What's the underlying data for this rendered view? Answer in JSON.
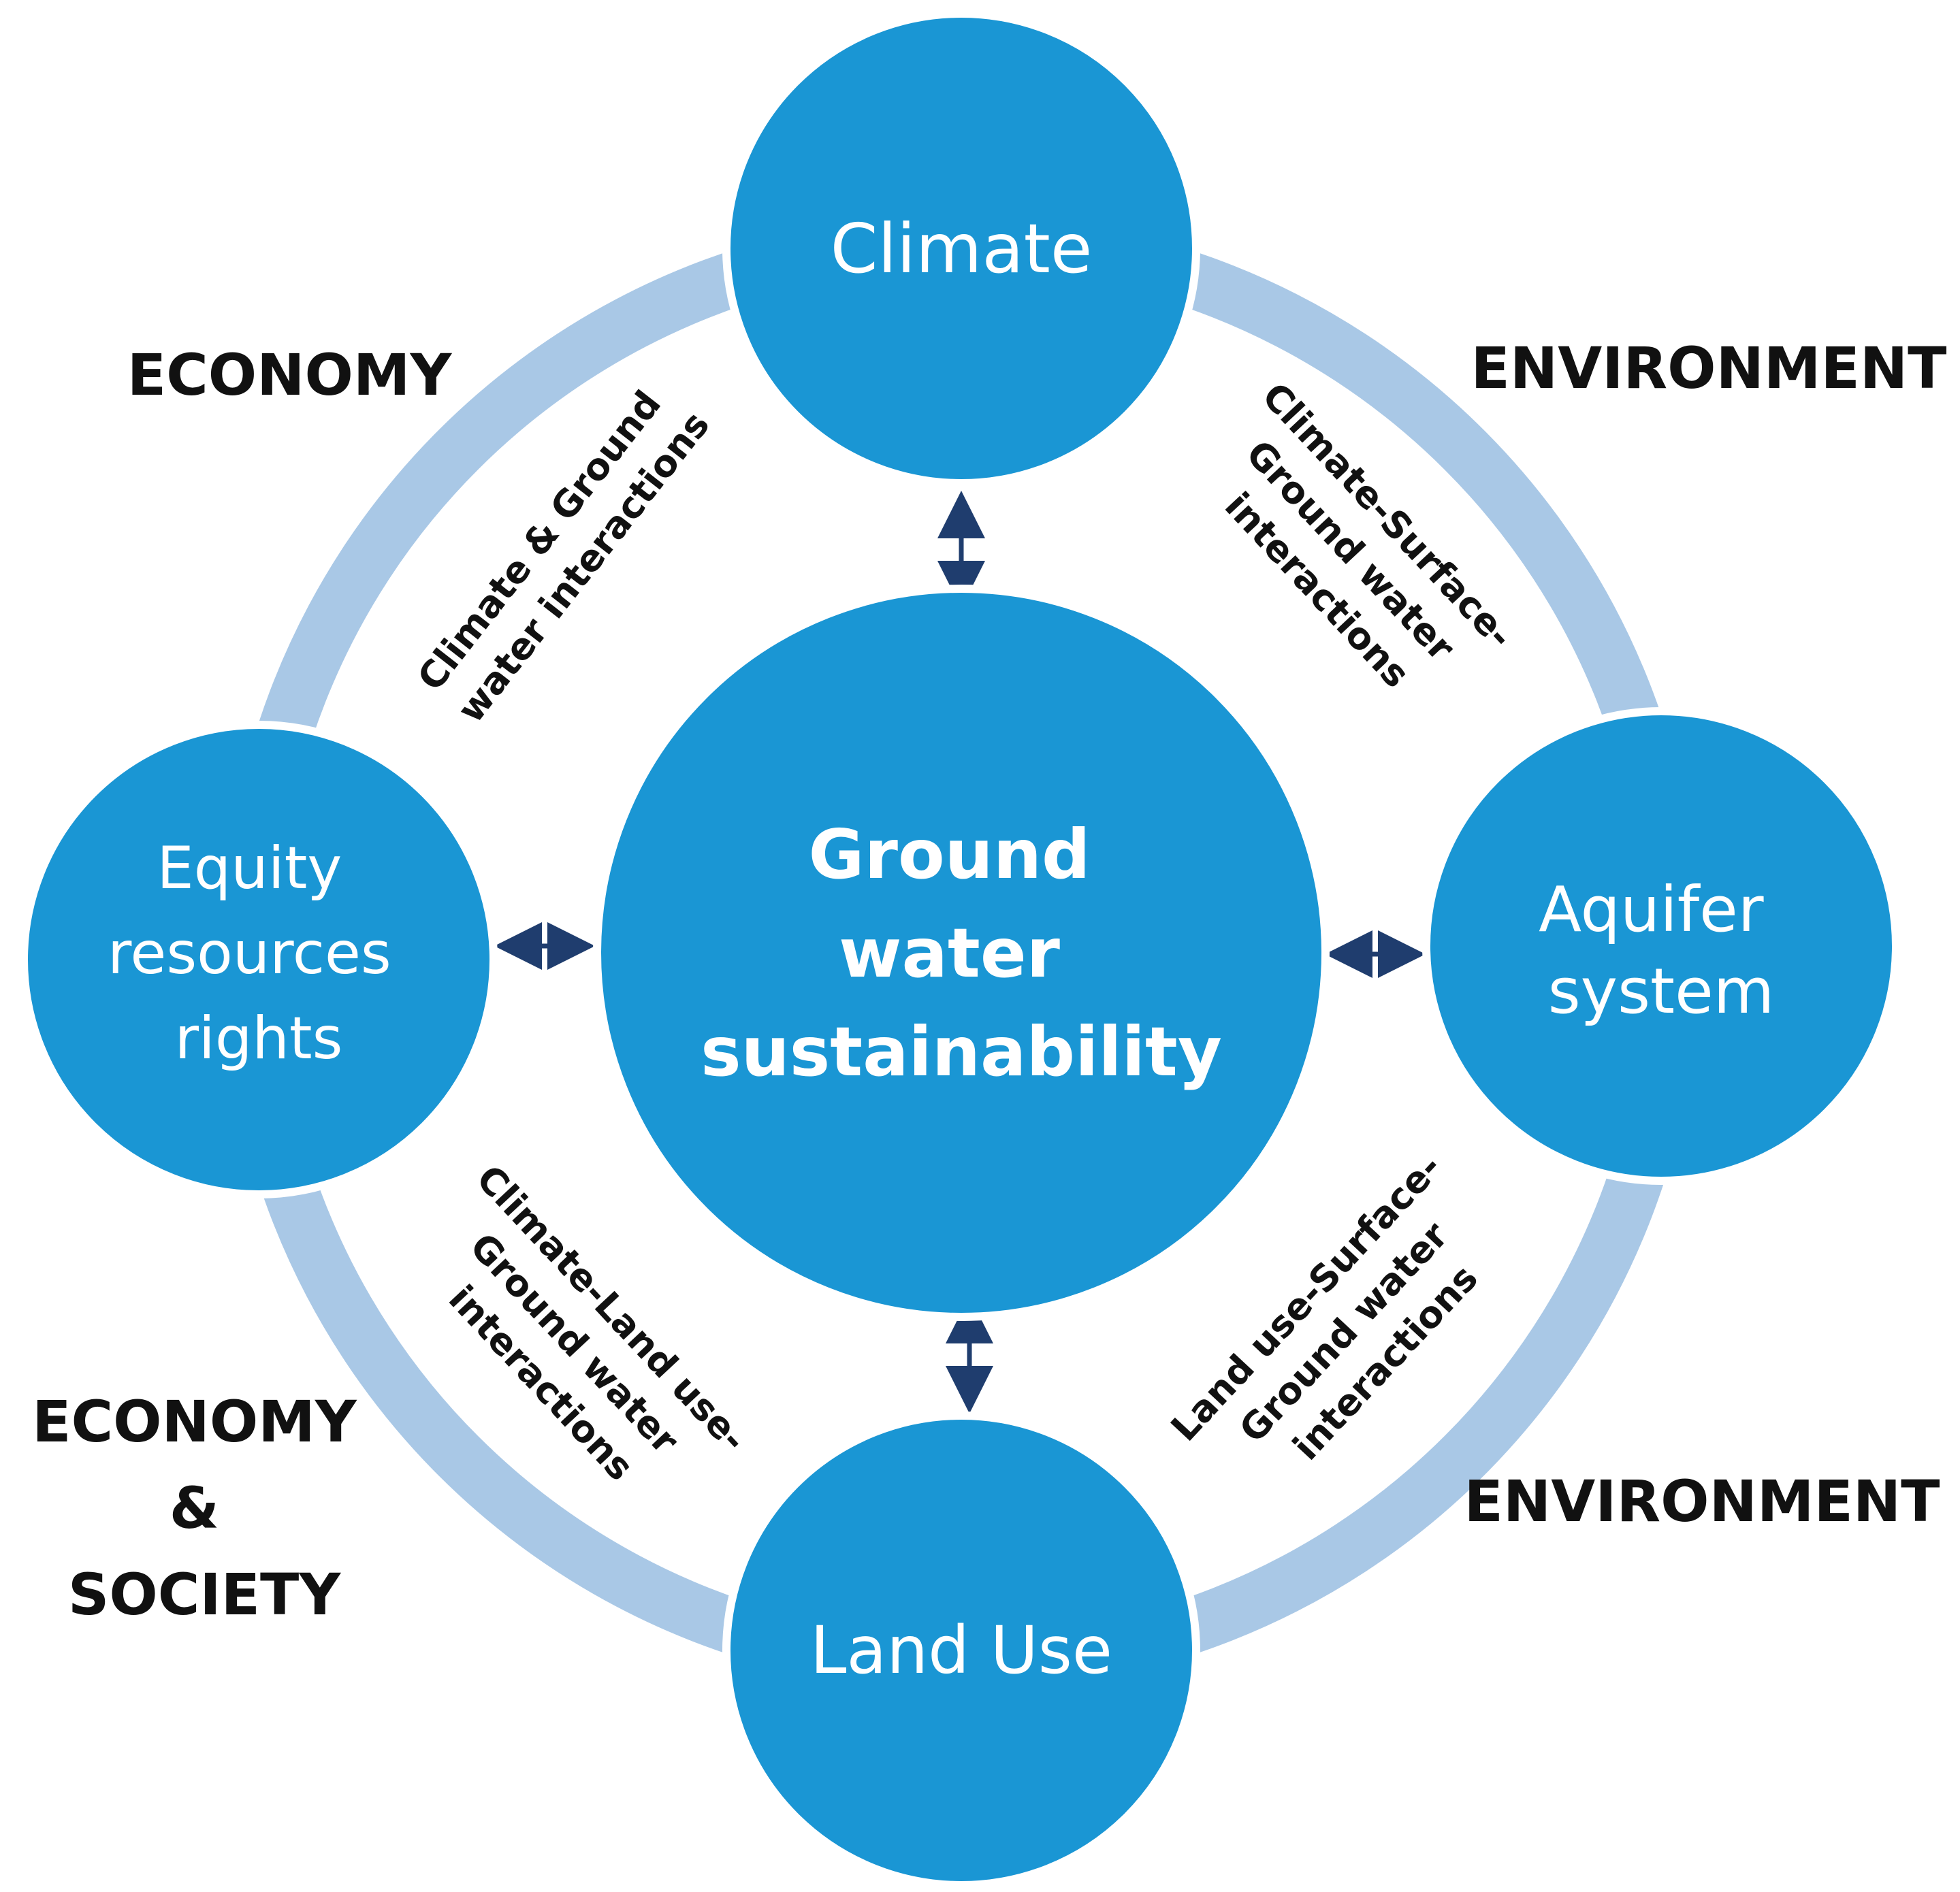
{
  "colors": {
    "node_fill": "#1a96d4",
    "node_stroke": "#ffffff",
    "ring": "#a9c8e6",
    "arrow": "#1f3d6e",
    "region_text": "#111111",
    "background": "#ffffff"
  },
  "center": {
    "lines": [
      "Ground",
      "water",
      "sustainability"
    ]
  },
  "nodes": {
    "climate": {
      "lines": [
        "Climate"
      ]
    },
    "aquifer": {
      "lines": [
        "Aquifer",
        "system"
      ]
    },
    "land_use": {
      "lines": [
        "Land Use"
      ]
    },
    "equity": {
      "lines": [
        "Equity",
        "resources",
        "rights"
      ]
    }
  },
  "regions": {
    "top_left": [
      "ECONOMY"
    ],
    "top_right": [
      "ENVIRONMENT"
    ],
    "bottom_left": [
      "ECONOMY",
      "&",
      "SOCIETY"
    ],
    "bottom_right": [
      "ENVIRONMENT"
    ]
  },
  "interactions": {
    "top_left": [
      "Climate & Ground",
      "water interactions"
    ],
    "top_right": [
      "Climate-Surface-",
      "Ground water",
      "interactions"
    ],
    "bottom_left": [
      "Climate-Land use-",
      "Ground water",
      "interactions"
    ],
    "bottom_right": [
      "Land use-Surface-",
      "Ground water",
      "interactions"
    ]
  },
  "arrows": {
    "style": "double-headed",
    "links": [
      "center-climate",
      "center-aquifer",
      "center-land-use",
      "center-equity"
    ]
  }
}
